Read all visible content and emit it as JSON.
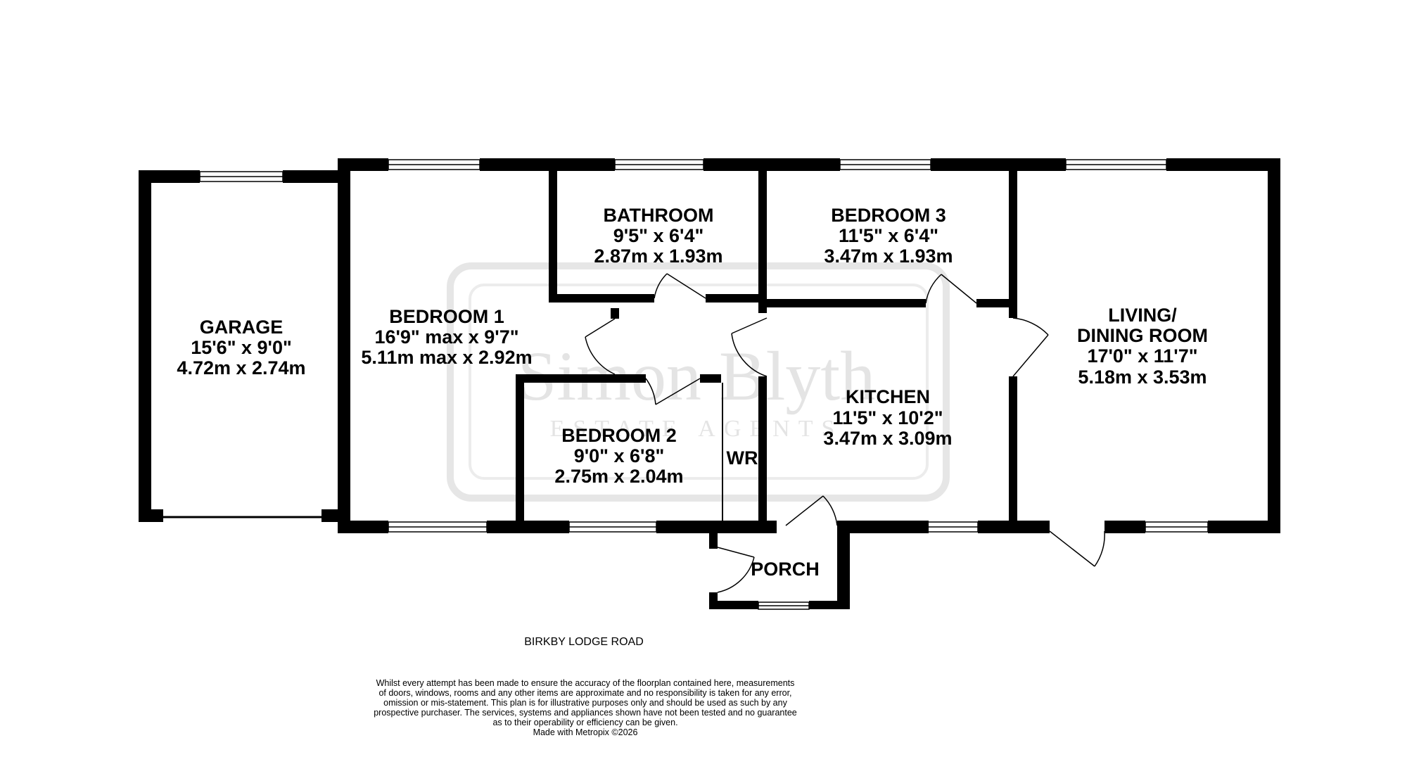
{
  "watermark": {
    "name": "Simon Blyth",
    "tagline": "ESTATE AGENTS"
  },
  "rooms": {
    "garage": {
      "name": "GARAGE",
      "imperial": "15'6\"  x 9'0\"",
      "metric": "4.72m  x 2.74m"
    },
    "bedroom1": {
      "name": "BEDROOM 1",
      "imperial": "16'9\" max x 9'7\"",
      "metric": "5.11m max x 2.92m"
    },
    "bathroom": {
      "name": "BATHROOM",
      "imperial": "9'5\"  x 6'4\"",
      "metric": "2.87m  x 1.93m"
    },
    "bedroom3": {
      "name": "BEDROOM 3",
      "imperial": "11'5\"  x 6'4\"",
      "metric": "3.47m  x 1.93m"
    },
    "living": {
      "name_line1": "LIVING/",
      "name_line2": "DINING ROOM",
      "imperial": "17'0\"  x 11'7\"",
      "metric": "5.18m  x 3.53m"
    },
    "bedroom2": {
      "name": "BEDROOM 2",
      "imperial": "9'0\"  x 6'8\"",
      "metric": "2.75m  x 2.04m"
    },
    "kitchen": {
      "name": "KITCHEN",
      "imperial": "11'5\"  x 10'2\"",
      "metric": "3.47m  x 3.09m"
    },
    "wr": {
      "name": "WR"
    },
    "porch": {
      "name": "PORCH"
    }
  },
  "street": "BIRKBY LODGE ROAD",
  "disclaimer": [
    "Whilst every attempt has been made to ensure the accuracy of the floorplan contained here, measurements",
    "of doors, windows, rooms and any other items are approximate and no responsibility is taken for any error,",
    "omission or mis-statement. This plan is for illustrative purposes only and should be used as such by any",
    "prospective purchaser. The services, systems and appliances shown have not been tested and no guarantee",
    "as to their operability or efficiency can be given.",
    "Made with Metropix ©2026"
  ]
}
